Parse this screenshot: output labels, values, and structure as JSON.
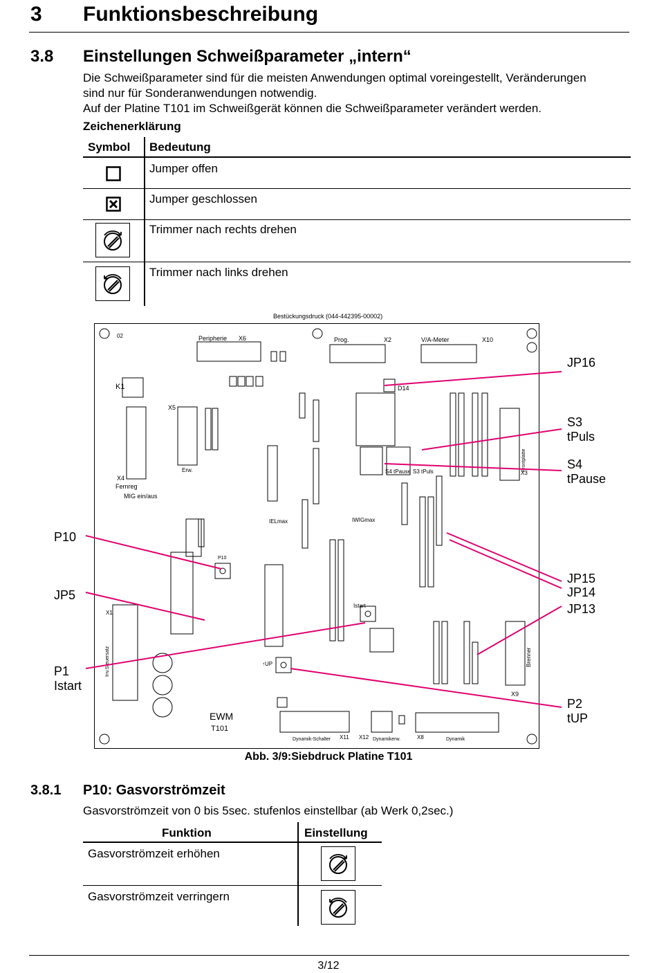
{
  "chapter": {
    "number": "3",
    "title": "Funktionsbeschreibung"
  },
  "section": {
    "number": "3.8",
    "title": "Einstellungen Schweißparameter „intern“"
  },
  "intro": [
    "Die Schweißparameter sind für die meisten Anwendungen optimal voreingestellt, Veränderungen",
    "sind nur für Sonderanwendungen notwendig.",
    "Auf der Platine T101 im Schweißgerät können die Schweißparameter verändert werden."
  ],
  "legend": {
    "heading": "Zeichenerklärung",
    "col_symbol": "Symbol",
    "col_meaning": "Bedeutung",
    "rows": [
      {
        "icon": "jumper-open-icon",
        "text": "Jumper offen"
      },
      {
        "icon": "jumper-closed-icon",
        "text": "Jumper geschlossen"
      },
      {
        "icon": "trimmer-right-icon",
        "text": "Trimmer nach rechts drehen"
      },
      {
        "icon": "trimmer-left-icon",
        "text": "Trimmer nach links drehen"
      }
    ]
  },
  "figure": {
    "print_ref": "Bestückungsdruck (044-442395-00002)",
    "board_name": "EWM",
    "board_id": "T101",
    "board_labels": {
      "peripherie": "Peripherie",
      "x6": "X6",
      "prog": "Prog.",
      "x2": "X2",
      "va_meter": "V/A-Meter",
      "x10": "X10",
      "frontplatte": "Frontplatte",
      "x3": "X3",
      "k1": "K1",
      "x5": "X5",
      "x4": "X4",
      "fernreg": "Fernreg",
      "mig_einaus": "MIG ein/aus",
      "erw": "Erw.",
      "d14": "D14",
      "s4_tpause": "S4 tPause",
      "s3_tpuls": "S3 tPuls",
      "ielmax": "IELmax",
      "iwigmax": "IWIGmax",
      "istart": "Istart",
      "p10": "P10",
      "x1": "X1",
      "inv_steuersatz": "Inv.Steuersatz",
      "up": "↑UP",
      "brenner": "Brenner",
      "x9": "X9",
      "x11": "X11",
      "dynamik_schalter": "Dynamik-Schalter",
      "x12": "X12",
      "dynamikerw": "Dynamikerw.",
      "x8": "X8",
      "dynamik": "Dynamik"
    },
    "callouts": {
      "jp16": "JP16",
      "s3": [
        "S3",
        "tPuls"
      ],
      "s4": [
        "S4",
        "tPause"
      ],
      "p10": "P10",
      "jp5": "JP5",
      "jp15": "JP15",
      "jp14": "JP14",
      "jp13": "JP13",
      "p1": [
        "P1",
        "Istart"
      ],
      "p2": [
        "P2",
        "tUP"
      ]
    },
    "callout_color": "#e0006f",
    "caption": "Abb. 3/9:Siebdruck Platine T101"
  },
  "subsection": {
    "number": "3.8.1",
    "title": "P10: Gasvorströmzeit",
    "text": "Gasvorströmzeit von 0 bis 5sec. stufenlos einstellbar (ab Werk 0,2sec.)",
    "col_function": "Funktion",
    "col_setting": "Einstellung",
    "rows": [
      {
        "text": "Gasvorströmzeit erhöhen",
        "icon": "trimmer-right-icon"
      },
      {
        "text": "Gasvorströmzeit verringern",
        "icon": "trimmer-left-icon"
      }
    ]
  },
  "page": "3/12"
}
